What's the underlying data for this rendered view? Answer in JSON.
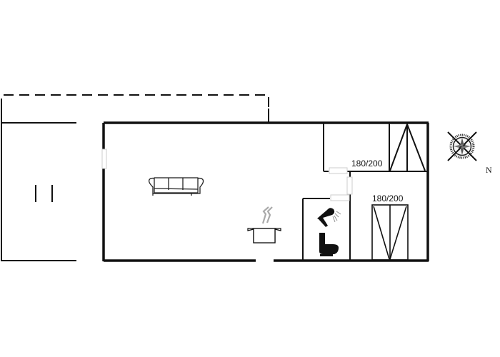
{
  "floorplan": {
    "rooms": [
      {
        "id": "living-kitchen",
        "features": [
          "sofa",
          "cooking-pot"
        ]
      },
      {
        "id": "bedroom-1",
        "bed_label": "180/200"
      },
      {
        "id": "bedroom-2",
        "bed_label": "180/200"
      },
      {
        "id": "bathroom",
        "features": [
          "shower",
          "toilet"
        ]
      },
      {
        "id": "terrace-annex",
        "outline": "dashed roof overhang"
      },
      {
        "id": "outbuilding"
      }
    ],
    "labels": {
      "bed_1": "180/200",
      "bed_2": "180/200"
    },
    "compass": {
      "north_label": "N"
    },
    "colors": {
      "wall": "#000000",
      "background": "#ffffff",
      "steam": "#9a9a9a"
    }
  }
}
